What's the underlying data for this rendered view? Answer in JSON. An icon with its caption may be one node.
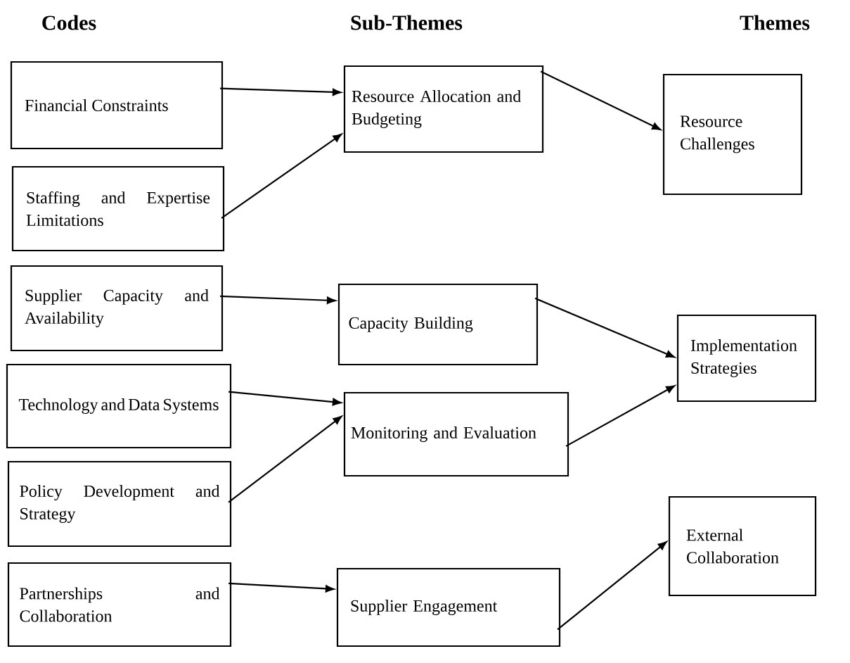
{
  "diagram": {
    "nodes": [
      {
        "text": [
          "Financial Constraints"
        ]
      },
      {
        "text": [
          "Staffing and Expertise Limitations"
        ]
      },
      {
        "text": [
          "Supplier Capacity and Availability"
        ]
      },
      {
        "text": [
          "Technology and Data Systems"
        ]
      },
      {
        "text": [
          "Policy Development and Strategy"
        ]
      },
      {
        "text": [
          "Partnerships and Collaboration"
        ]
      },
      {
        "text": [
          "Resource Allocation and Budgeting"
        ]
      },
      {
        "text": [
          "Capacity Building"
        ]
      },
      {
        "text": [
          "Monitoring and Evaluation"
        ]
      },
      {
        "text": [
          "Supplier Engagement"
        ]
      },
      {
        "text": [
          "Resource Challenges"
        ]
      },
      {
        "text": [
          "Implementation Strategies"
        ]
      },
      {
        "text": [
          "External Collaboration"
        ]
      }
    ],
    "edges": [
      {
        "from": 0,
        "to": 6,
        "arrow": "to"
      },
      {
        "from": 1,
        "to": 6,
        "arrow": "to"
      },
      {
        "from": 6,
        "to": 10,
        "arrow": "to"
      },
      {
        "from": 2,
        "to": 7,
        "arrow": "to"
      },
      {
        "from": 7,
        "to": 11,
        "arrow": "to"
      },
      {
        "from": 3,
        "to": 8,
        "arrow": "to"
      },
      {
        "from": 4,
        "to": 8,
        "arrow": "to"
      },
      {
        "from": 8,
        "to": 11,
        "arrow": "to"
      },
      {
        "from": 5,
        "to": 9,
        "arrow": "to"
      },
      {
        "from": 9,
        "to": 12,
        "arrow": "to"
      }
    ],
    "labels": [
      "Codes",
      "Sub-Themes",
      "Themes"
    ]
  }
}
